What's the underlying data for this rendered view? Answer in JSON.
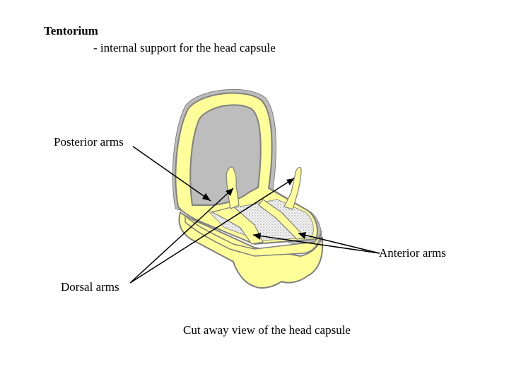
{
  "title": "Tentorium",
  "subtitle": "- internal support for the head capsule",
  "labels": {
    "posterior": "Posterior arms",
    "anterior": "Anterior arms",
    "dorsal": "Dorsal arms"
  },
  "caption": "Cut away view of the head capsule",
  "colors": {
    "capsule_fill": "#ffff99",
    "capsule_outline": "#808080",
    "stipple": "#c8c8c8",
    "line": "#000000"
  }
}
